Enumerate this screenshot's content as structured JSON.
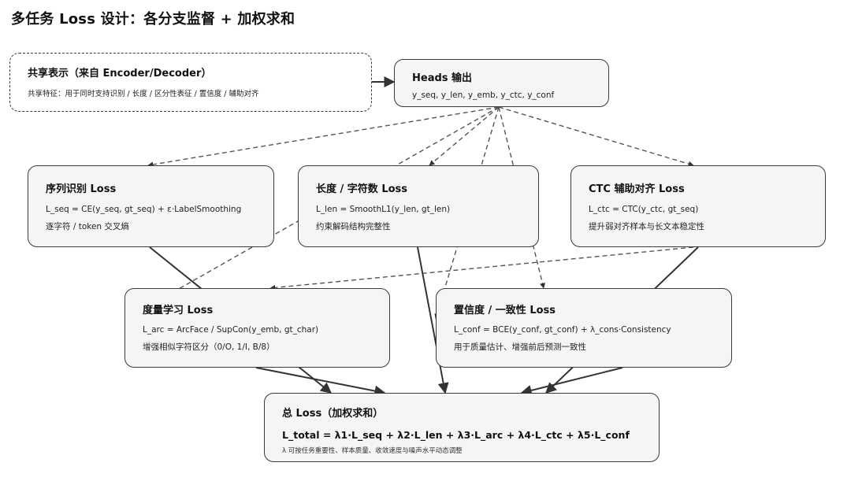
{
  "title": "多任务 Loss 设计：各分支监督 + 加权求和",
  "nodes": {
    "shared": {
      "heading": "共享表示（来自 Encoder/Decoder）",
      "line1": "共享特征：用于同时支持识别 / 长度 / 区分性表征 / 置信度 / 辅助对齐"
    },
    "heads": {
      "heading": "Heads 输出",
      "line1": "y_seq, y_len, y_emb, y_ctc, y_conf"
    },
    "seq": {
      "heading": "序列识别 Loss",
      "line1": "L_seq = CE(y_seq, gt_seq) + ε·LabelSmoothing",
      "line2": "逐字符 / token 交叉熵"
    },
    "len": {
      "heading": "长度 / 字符数 Loss",
      "line1": "L_len = SmoothL1(y_len, gt_len)",
      "line2": "约束解码结构完整性"
    },
    "ctc": {
      "heading": "CTC 辅助对齐 Loss",
      "line1": "L_ctc = CTC(y_ctc, gt_seq)",
      "line2": "提升弱对齐样本与长文本稳定性"
    },
    "arc": {
      "heading": "度量学习 Loss",
      "line1": "L_arc = ArcFace / SupCon(y_emb, gt_char)",
      "line2": "增强相似字符区分（0/O, 1/I, B/8）"
    },
    "conf": {
      "heading": "置信度 / 一致性 Loss",
      "line1": "L_conf = BCE(y_conf, gt_conf) + λ_cons·Consistency",
      "line2": "用于质量估计、增强前后预测一致性"
    },
    "total": {
      "heading": "总 Loss（加权求和）",
      "formula": "L_total = λ1·L_seq + λ2·L_len + λ3·L_arc + λ4·L_ctc + λ5·L_conf",
      "note": "λ 可按任务重要性、样本质量、收敛速度与噪声水平动态调整"
    }
  },
  "edges": [
    {
      "from": "shared",
      "to": "heads",
      "style": "solid"
    },
    {
      "from": "heads",
      "to": "seq",
      "style": "dashed"
    },
    {
      "from": "heads",
      "to": "len",
      "style": "dashed"
    },
    {
      "from": "heads",
      "to": "ctc",
      "style": "dashed"
    },
    {
      "from": "heads",
      "to": "arc",
      "style": "dashed"
    },
    {
      "from": "heads",
      "to": "conf",
      "style": "dashed"
    },
    {
      "from": "seq",
      "to": "total",
      "style": "solid"
    },
    {
      "from": "len",
      "to": "total",
      "style": "solid"
    },
    {
      "from": "ctc",
      "to": "total",
      "style": "solid"
    },
    {
      "from": "arc",
      "to": "total",
      "style": "solid"
    },
    {
      "from": "conf",
      "to": "total",
      "style": "solid"
    }
  ]
}
